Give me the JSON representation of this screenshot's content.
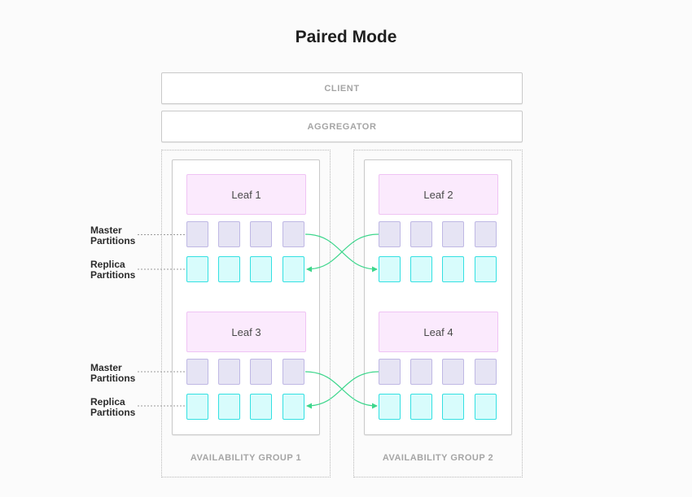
{
  "title": "Paired Mode",
  "client_label": "CLIENT",
  "aggregator_label": "AGGREGATOR",
  "groups": [
    {
      "label": "AVAILABILITY GROUP 1"
    },
    {
      "label": "AVAILABILITY GROUP 2"
    }
  ],
  "leaves": [
    "Leaf 1",
    "Leaf 2",
    "Leaf 3",
    "Leaf 4"
  ],
  "side_labels": {
    "master": [
      "Master",
      "Partitions"
    ],
    "replica": [
      "Replica",
      "Partitions"
    ]
  },
  "colors": {
    "leaf_fill": "#fbeafd",
    "master_partition_fill": "#e6e4f4",
    "replica_partition_fill": "#d8fcfc",
    "replication_arrow": "#3dd68c"
  }
}
